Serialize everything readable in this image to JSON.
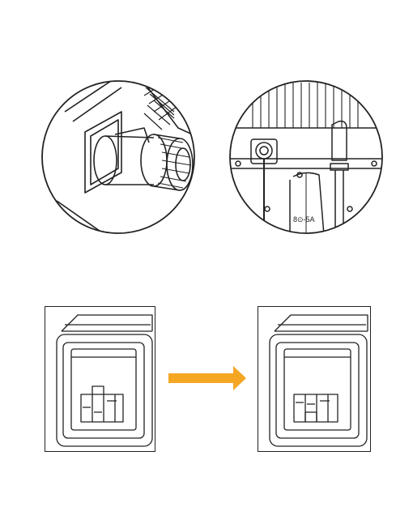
{
  "colors": {
    "line": "#222222",
    "arrow": "#f5a623",
    "background": "#ffffff"
  },
  "top_left": {
    "icon": "connector-plug-closeup"
  },
  "top_right": {
    "icon": "rear-panel-closeup",
    "label_text": "8⊙-5A"
  },
  "bottom": {
    "left_panel": {
      "icon": "breaker-panel-off"
    },
    "arrow": {
      "icon": "right-arrow-icon"
    },
    "right_panel": {
      "icon": "breaker-panel-on"
    }
  }
}
